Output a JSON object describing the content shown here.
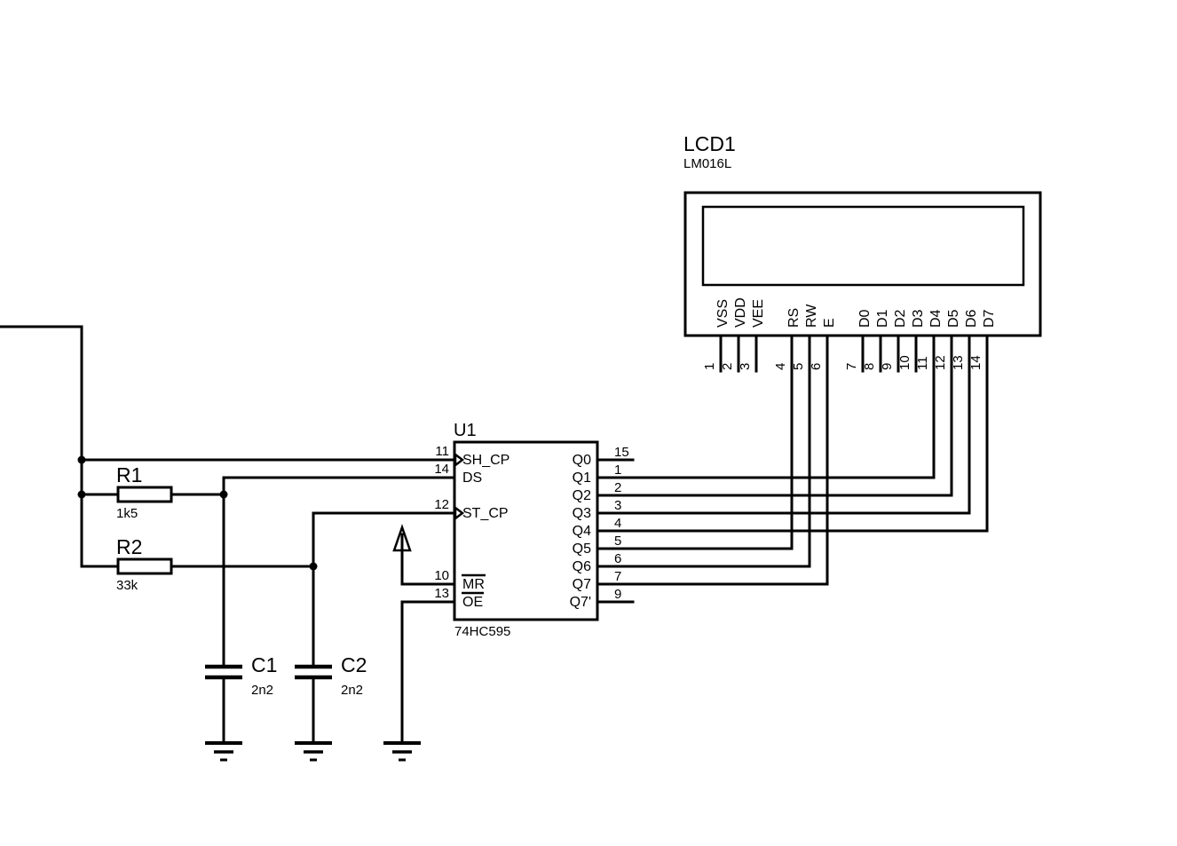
{
  "lcd": {
    "ref": "LCD1",
    "part": "LM016L",
    "pins": [
      {
        "num": "1",
        "name": "VSS"
      },
      {
        "num": "2",
        "name": "VDD"
      },
      {
        "num": "3",
        "name": "VEE"
      },
      {
        "num": "4",
        "name": "RS"
      },
      {
        "num": "5",
        "name": "RW"
      },
      {
        "num": "6",
        "name": "E"
      },
      {
        "num": "7",
        "name": "D0"
      },
      {
        "num": "8",
        "name": "D1"
      },
      {
        "num": "9",
        "name": "D2"
      },
      {
        "num": "10",
        "name": "D3"
      },
      {
        "num": "11",
        "name": "D4"
      },
      {
        "num": "12",
        "name": "D5"
      },
      {
        "num": "13",
        "name": "D6"
      },
      {
        "num": "14",
        "name": "D7"
      }
    ]
  },
  "u1": {
    "ref": "U1",
    "part": "74HC595",
    "left_pins": [
      {
        "num": "11",
        "name": "SH_CP"
      },
      {
        "num": "14",
        "name": "DS"
      },
      {
        "num": "12",
        "name": "ST_CP"
      },
      {
        "num": "10",
        "name": "MR"
      },
      {
        "num": "13",
        "name": "OE"
      }
    ],
    "right_pins": [
      {
        "num": "15",
        "name": "Q0"
      },
      {
        "num": "1",
        "name": "Q1"
      },
      {
        "num": "2",
        "name": "Q2"
      },
      {
        "num": "3",
        "name": "Q3"
      },
      {
        "num": "4",
        "name": "Q4"
      },
      {
        "num": "5",
        "name": "Q5"
      },
      {
        "num": "6",
        "name": "Q6"
      },
      {
        "num": "7",
        "name": "Q7"
      },
      {
        "num": "9",
        "name": "Q7'"
      }
    ]
  },
  "resistors": [
    {
      "ref": "R1",
      "value": "1k5"
    },
    {
      "ref": "R2",
      "value": "33k"
    }
  ],
  "capacitors": [
    {
      "ref": "C1",
      "value": "2n2"
    },
    {
      "ref": "C2",
      "value": "2n2"
    }
  ],
  "colors": {
    "wire": "#000000",
    "background": "#ffffff"
  }
}
